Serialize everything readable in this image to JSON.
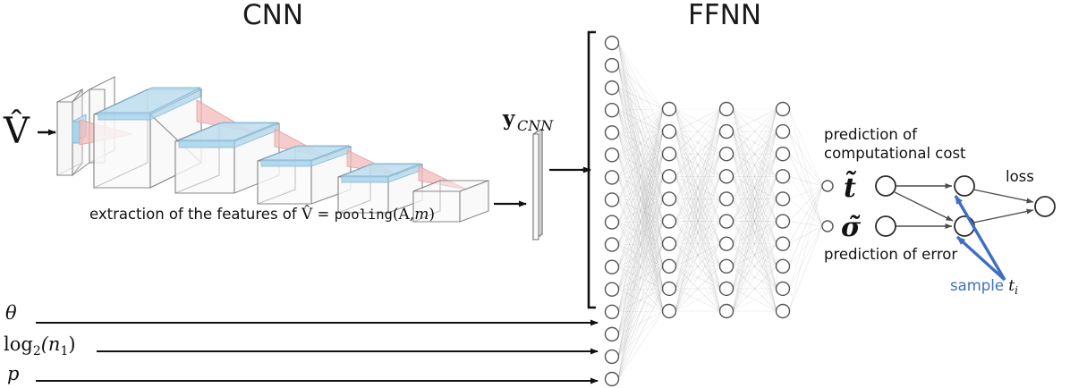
{
  "titles": {
    "cnn": "CNN",
    "ffnn": "FFNN"
  },
  "inputs": {
    "volume_label": "V̂",
    "theta": "θ",
    "log_n1_a": "log",
    "log_n1_sub": "2",
    "log_n1_b": "(n",
    "log_n1_sub2": "1",
    "log_n1_c": ")",
    "p": "p"
  },
  "cnn": {
    "caption_part1": "extraction of the features of ",
    "caption_vhat": "V̂",
    "caption_eq": " = ",
    "caption_fn": "pooling",
    "caption_open": "(A,",
    "caption_m": "m",
    "caption_close": ")",
    "feature_vector_label": "y",
    "feature_vector_sub": "CNN",
    "num_boxes": 6,
    "kernel_color": "#b9dcef",
    "cone_color": "#f2b9b9",
    "box_stroke": "#8a8a8a"
  },
  "ffnn": {
    "input_nodes_in_bracket": 13,
    "extra_input_nodes": 3,
    "hidden_layers": 3,
    "hidden_layer_nodes": 10,
    "output_nodes": 2,
    "node_stroke": "#555555",
    "edge_color": "#9a9a9a"
  },
  "outputs": {
    "t_tilde": "t̃",
    "sigma_tilde": "σ̃",
    "prediction_cost_line1": "prediction of",
    "prediction_cost_line2": "computational cost",
    "prediction_error": "prediction of error",
    "loss": "loss",
    "sample_label": "sample ",
    "sample_var": "t",
    "sample_sub": "i",
    "sample_color": "#3f6fc2"
  }
}
